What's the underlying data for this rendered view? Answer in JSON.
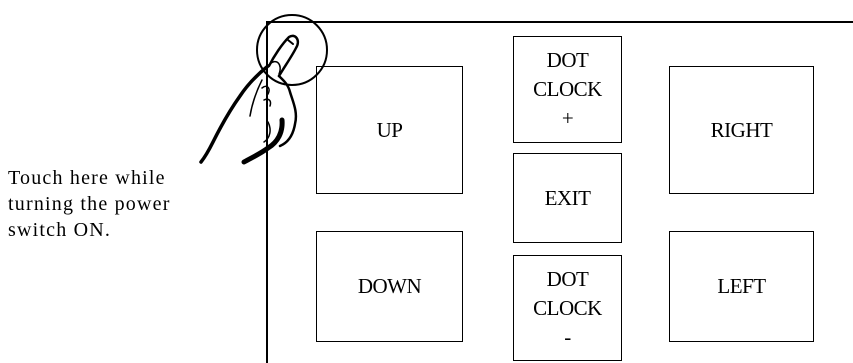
{
  "buttons": {
    "up": "UP",
    "down": "DOWN",
    "right": "RIGHT",
    "left": "LEFT",
    "exit": "EXIT",
    "dot_clock_plus": {
      "line1": "DOT",
      "line2": "CLOCK",
      "line3": "+"
    },
    "dot_clock_minus": {
      "line1": "DOT",
      "line2": "CLOCK",
      "line3": "-"
    }
  },
  "caption": {
    "line1": "Touch here while",
    "line2": "turning the power",
    "line3": "switch ON."
  },
  "icons": {
    "hand": "pointing-hand-icon",
    "touch_target": "touch-circle-icon"
  }
}
